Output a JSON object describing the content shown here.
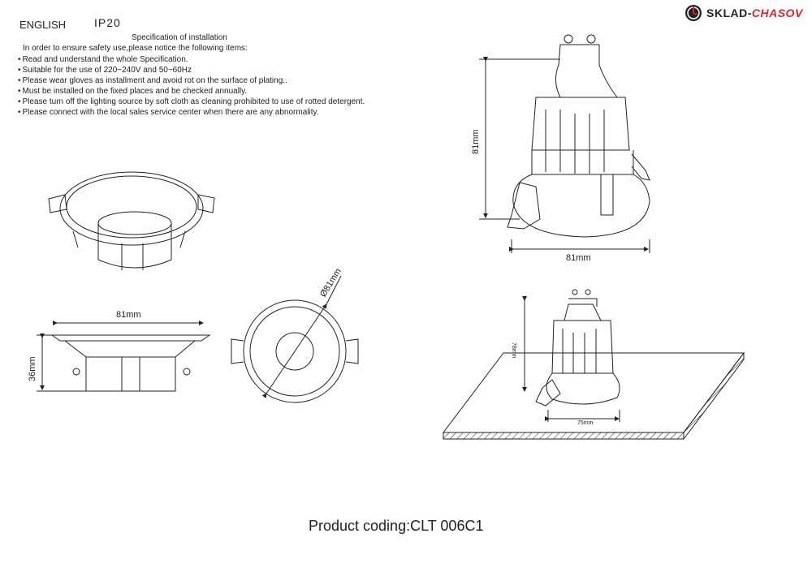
{
  "header": {
    "language": "ENGLISH",
    "ip_rating": "IP20"
  },
  "logo": {
    "part1": "SKLAD-",
    "part2": "CHASOV",
    "accent": "#d8262c"
  },
  "spec": {
    "title": "Specification of installation",
    "intro": "In order to ensure safety use,please notice the following items:",
    "items": [
      "Read and understand the whole Specification.",
      "Suitable for the use of 220~240V and 50~60Hz",
      "Please wear gloves as installment and avoid rot on the surface of plating..",
      "Must be installed on the fixed places and be checked annually.",
      "Please turn off the lighting source by soft cloth as cleaning prohibited to use of rotted detergent.",
      "Please connect with the local sales service center when there are any abnormality."
    ]
  },
  "dimensions": {
    "lamp_height": "81mm",
    "lamp_width": "81mm",
    "side_width": "81mm",
    "side_height": "36mm",
    "diameter": "Ø81mm",
    "install_height": "78mm",
    "cutout": "75mm"
  },
  "footer": {
    "product_code": "Product coding:CLT 006C1"
  }
}
